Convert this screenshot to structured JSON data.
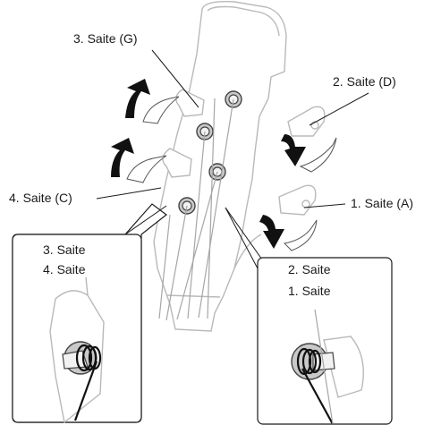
{
  "labels": {
    "string3_tuner": "3. Saite (G)",
    "string2_tuner": "2. Saite (D)",
    "string4_tuner": "4. Saite (C)",
    "string1_tuner": "1. Saite (A)",
    "left_detail_line1": "3. Saite",
    "left_detail_line2": "4. Saite",
    "right_detail_line1": "2. Saite",
    "right_detail_line2": "1. Saite"
  },
  "icons": [
    "rotation-arrow-icon",
    "tuning-peg-icon",
    "string-post-icon"
  ],
  "colors": {
    "outline": "#b9b9b9",
    "text": "#1a1a1a",
    "arrow": "#111111",
    "background": "#ffffff"
  }
}
